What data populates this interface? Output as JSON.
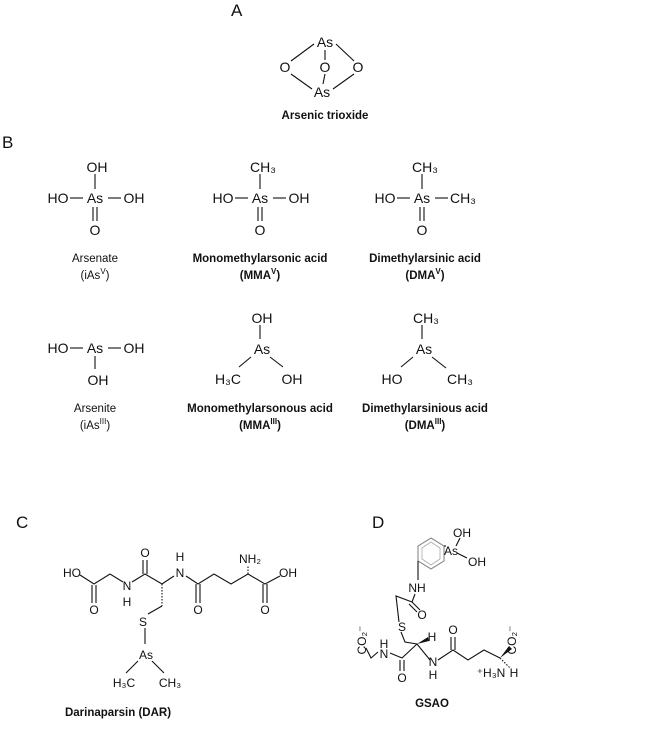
{
  "panels": {
    "A": {
      "label": "A",
      "atoms": [
        "As",
        "O",
        "O",
        "O",
        "As"
      ],
      "caption": "Arsenic trioxide"
    },
    "B": {
      "label": "B",
      "compounds": [
        {
          "name": "Arsenate",
          "abbr_base": "(iAs",
          "abbr_sup": "V",
          "abbr_end": ")",
          "atoms": [
            "OH",
            "HO",
            "As",
            "OH",
            "O"
          ]
        },
        {
          "name": "Monomethylarsonic acid",
          "abbr_base": "(MMA",
          "abbr_sup": "V",
          "abbr_end": ")",
          "atoms": [
            "CH₃",
            "HO",
            "As",
            "OH",
            "O"
          ]
        },
        {
          "name": "Dimethylarsinic acid",
          "abbr_base": "(DMA",
          "abbr_sup": "V",
          "abbr_end": ")",
          "atoms": [
            "CH₃",
            "HO",
            "As",
            "CH₃",
            "O"
          ]
        },
        {
          "name": "Arsenite",
          "abbr_base": "(iAs",
          "abbr_sup": "III",
          "abbr_end": ")",
          "atoms": [
            "HO",
            "As",
            "OH",
            "OH"
          ]
        },
        {
          "name": "Monomethylarsonous acid",
          "abbr_base": "(MMA",
          "abbr_sup": "III",
          "abbr_end": ")",
          "atoms": [
            "OH",
            "As",
            "H₃C",
            "OH"
          ]
        },
        {
          "name": "Dimethylarsinious acid",
          "abbr_base": "(DMA",
          "abbr_sup": "III",
          "abbr_end": ")",
          "atoms": [
            "CH₃",
            "As",
            "HO",
            "CH₃"
          ]
        }
      ]
    },
    "C": {
      "label": "C",
      "atoms": [
        "HO",
        "O",
        "N",
        "H",
        "O",
        "H",
        "N",
        "O",
        "NH₂",
        "OH",
        "O",
        "S",
        "As",
        "H₃C",
        "CH₃"
      ],
      "caption": "Darinaparsin (DAR)"
    },
    "D": {
      "label": "D",
      "atoms": [
        "OH",
        "As",
        "OH",
        "NH",
        "O",
        "S",
        "CO₂⁻",
        "H",
        "N",
        "H",
        "O",
        "N",
        "H",
        "O",
        "CO₂⁻",
        "⁺H₃N",
        "H"
      ],
      "caption": "GSAO"
    }
  }
}
